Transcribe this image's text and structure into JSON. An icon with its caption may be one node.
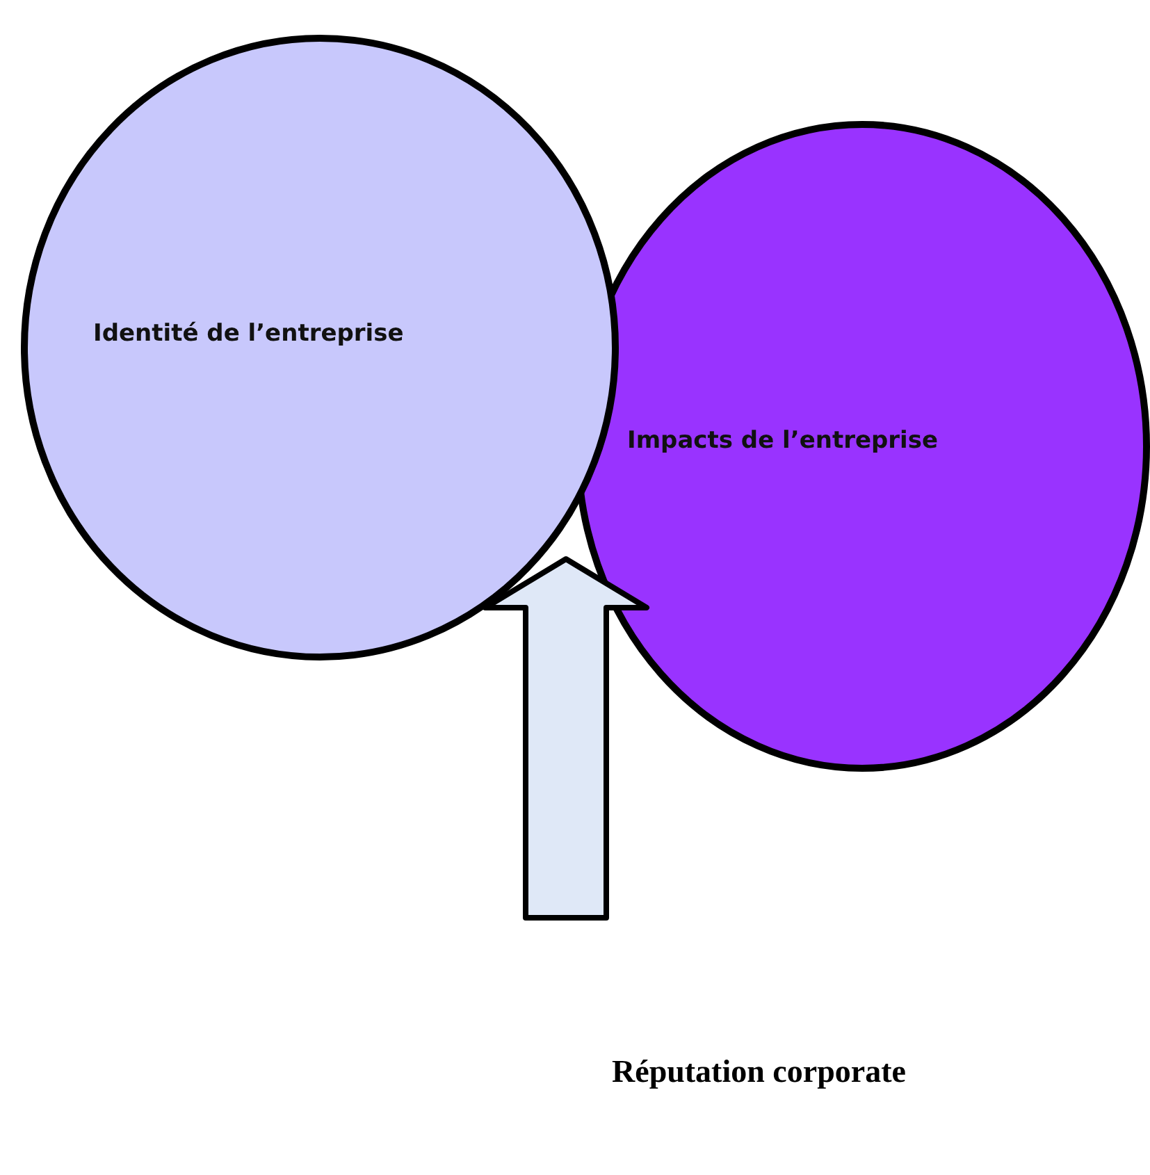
{
  "diagram": {
    "nodes": [
      {
        "text": [
          "Identité de l’entreprise"
        ]
      },
      {
        "text": [
          "Impacts de l’entreprise"
        ]
      }
    ],
    "labels": [
      "Réputation corporate"
    ]
  }
}
